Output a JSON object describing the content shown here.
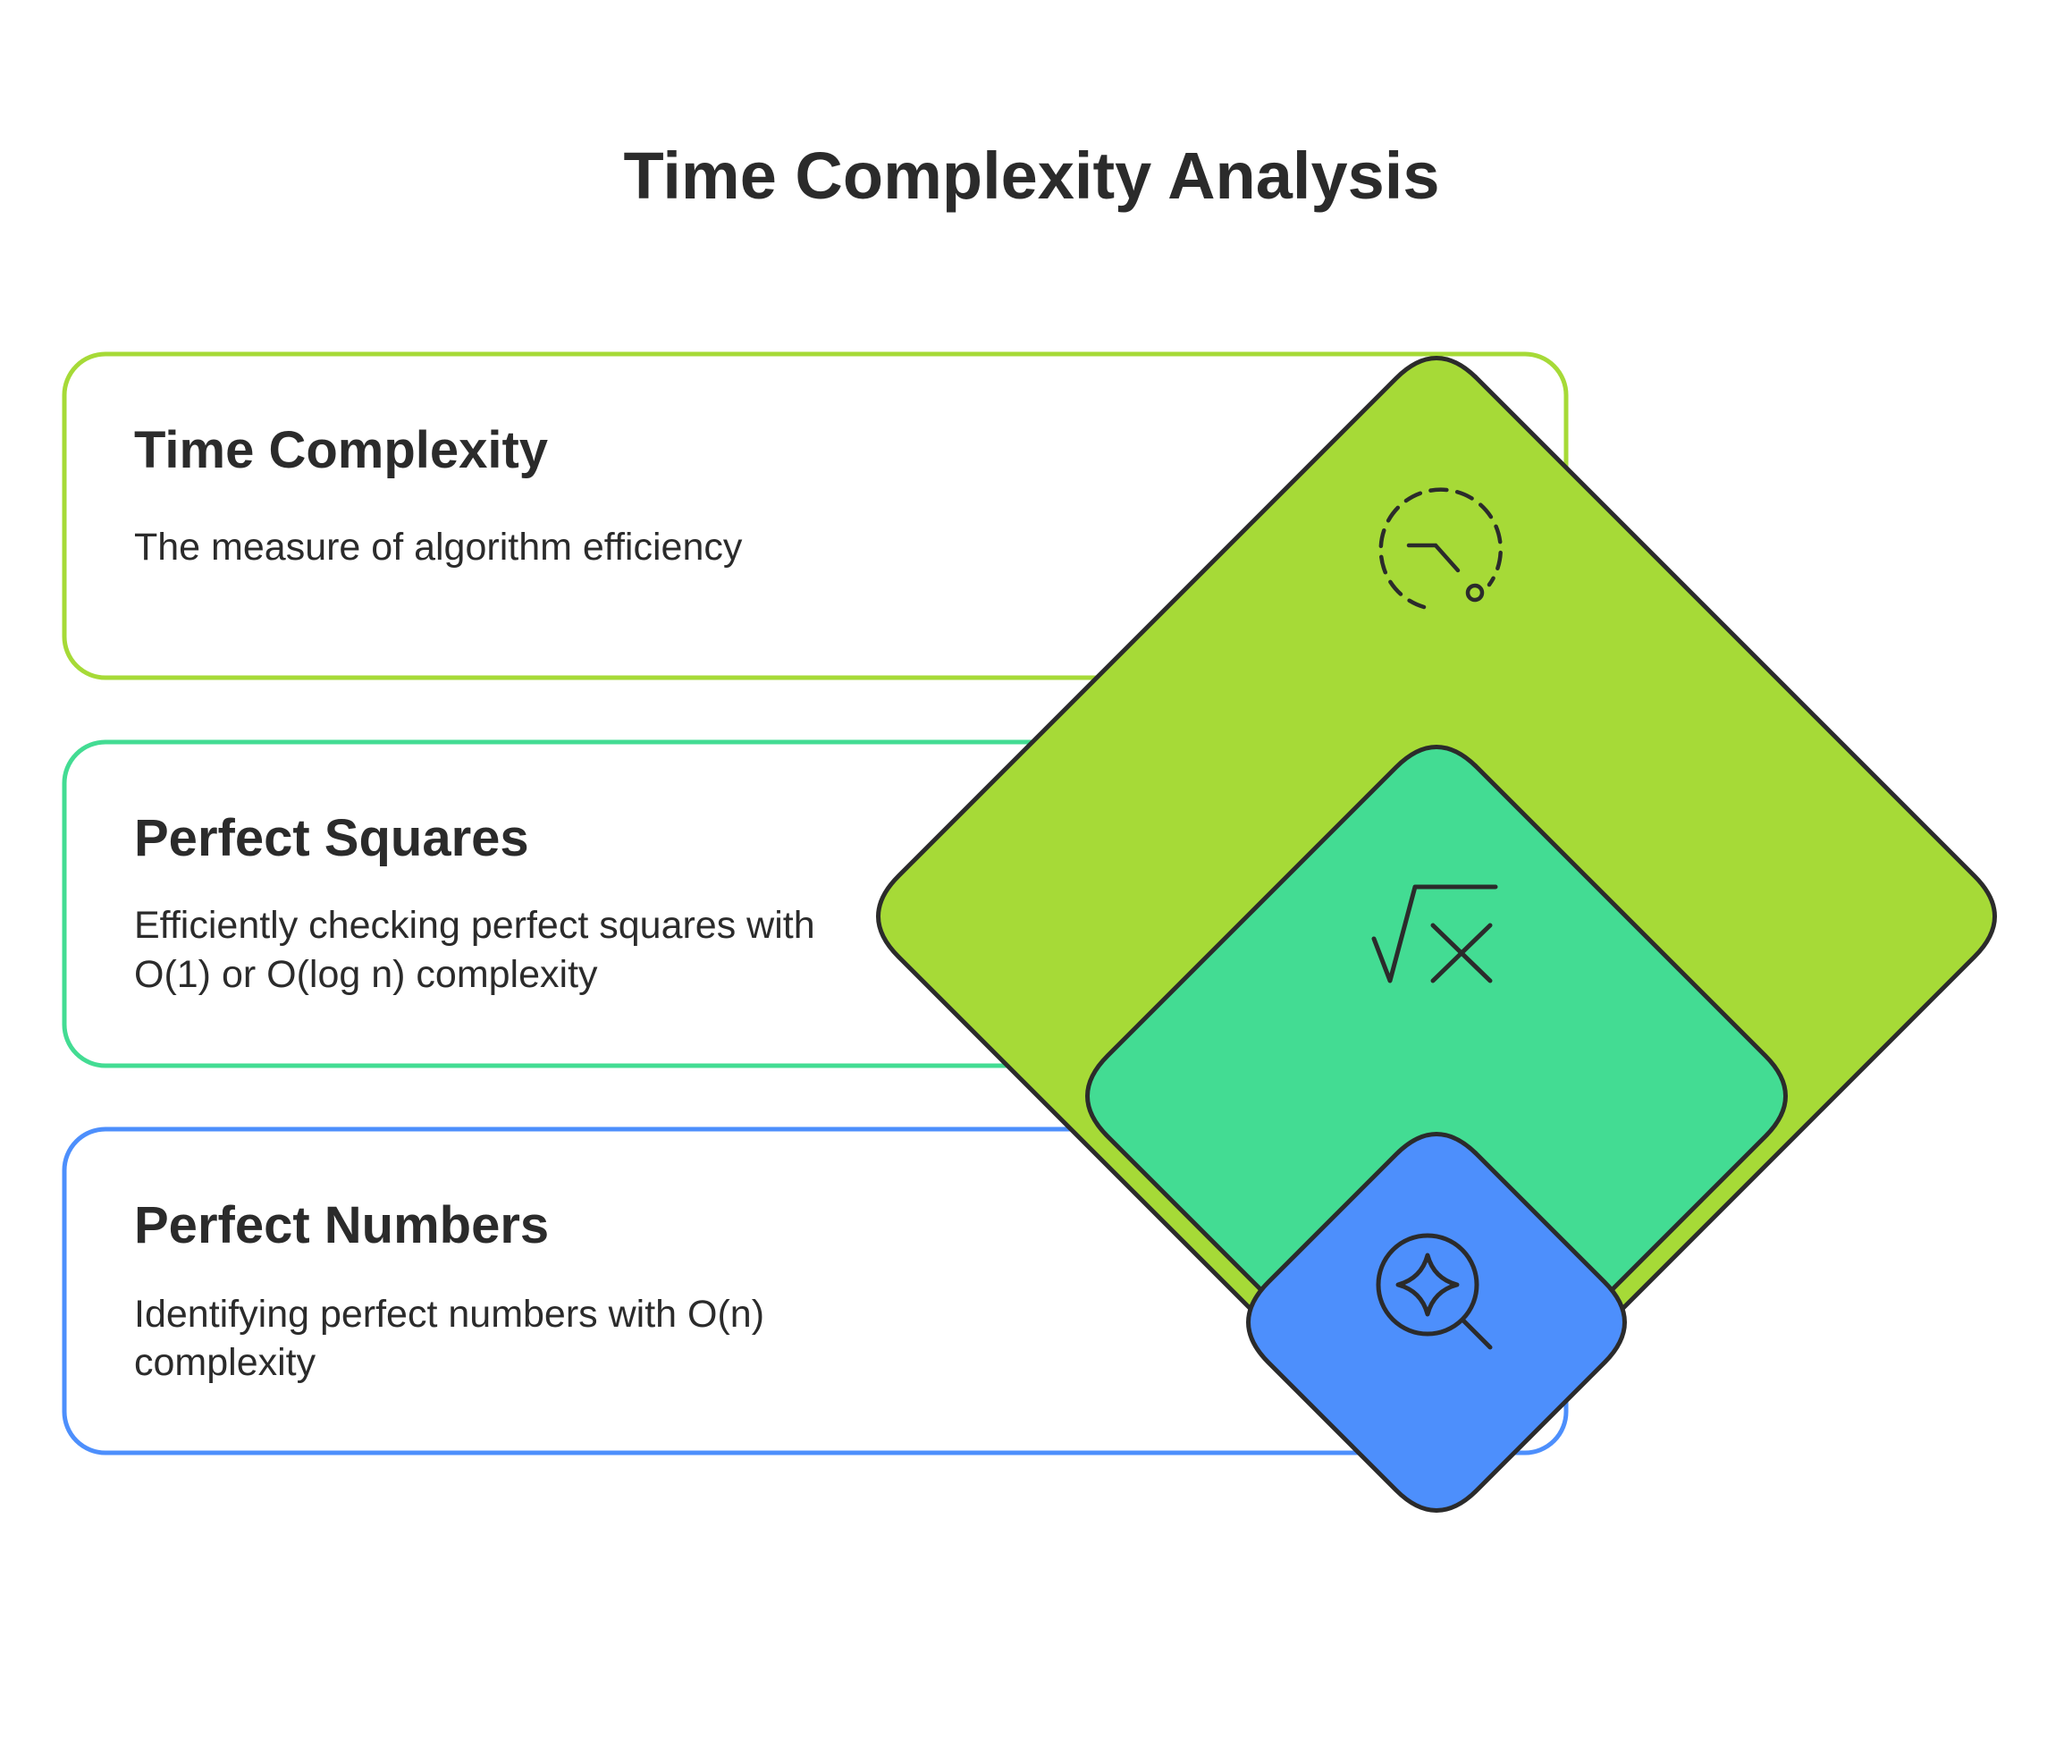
{
  "title": "Time Complexity Analysis",
  "colors": {
    "green": "#a6da37",
    "teal": "#43dc93",
    "blue": "#4d8ffc",
    "outline": "#2b2b2b"
  },
  "items": [
    {
      "title": "Time Complexity",
      "desc_lines": [
        "The measure of algorithm efficiency"
      ],
      "icon": "clock-dashed-icon",
      "color": "#a6da37"
    },
    {
      "title": "Perfect Squares",
      "desc_lines": [
        "Efficiently checking perfect squares with",
        "O(1) or O(log n) complexity"
      ],
      "icon": "square-root-icon",
      "color": "#43dc93"
    },
    {
      "title": "Perfect Numbers",
      "desc_lines": [
        "Identifying perfect numbers with O(n)",
        "complexity"
      ],
      "icon": "magnify-sparkle-icon",
      "color": "#4d8ffc"
    }
  ]
}
